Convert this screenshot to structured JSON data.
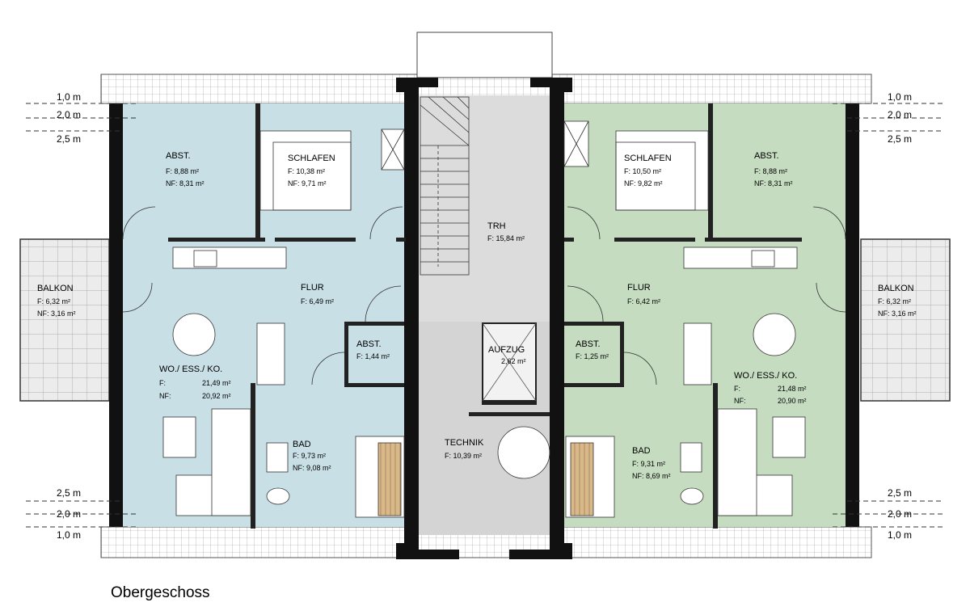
{
  "caption": "Obergeschoss",
  "height_marks": [
    "1,0 m",
    "2,0 m",
    "2,5 m"
  ],
  "rooms": {
    "left_abst_top": {
      "name": "ABST.",
      "f": "F:    8,88 m²",
      "nf": "NF: 8,31 m²"
    },
    "left_schlafen": {
      "name": "SCHLAFEN",
      "f": "F:    10,38 m²",
      "nf": "NF:   9,71 m²"
    },
    "trh": {
      "name": "TRH",
      "f": "F: 15,84 m²"
    },
    "right_schlafen": {
      "name": "SCHLAFEN",
      "f": "F:    10,50 m²",
      "nf": "NF:   9,82 m²"
    },
    "right_abst_top": {
      "name": "ABST.",
      "f": "F:    8,88 m²",
      "nf": "NF: 8,31 m²"
    },
    "left_balkon": {
      "name": "BALKON",
      "f": "F:   6,32 m²",
      "nf": "NF: 3,16 m²"
    },
    "right_balkon": {
      "name": "BALKON",
      "f": "F:   6,32 m²",
      "nf": "NF: 3,16 m²"
    },
    "left_flur": {
      "name": "FLUR",
      "f": "F: 6,49 m²"
    },
    "right_flur": {
      "name": "FLUR",
      "f": "F: 6,42 m²"
    },
    "left_abst_small": {
      "name": "ABST.",
      "f": "F: 1,44 m²"
    },
    "aufzug": {
      "name": "AUFZUG",
      "f": "2,62 m²"
    },
    "right_abst_small": {
      "name": "ABST.",
      "f": "F: 1,25 m²"
    },
    "left_wohnen": {
      "name": "WO./ ESS./ KO.",
      "f_label": "F:",
      "f_value": "21,49 m²",
      "nf_label": "NF:",
      "nf_value": "20,92 m²"
    },
    "right_wohnen": {
      "name": "WO./ ESS./ KO.",
      "f_label": "F:",
      "f_value": "21,48 m²",
      "nf_label": "NF:",
      "nf_value": "20,90 m²"
    },
    "technik": {
      "name": "TECHNIK",
      "f": "F: 10,39 m²"
    },
    "left_bad": {
      "name": "BAD",
      "f": "F:    9,73 m²",
      "nf": "NF: 9,08 m²"
    },
    "right_bad": {
      "name": "BAD",
      "f": "F:    9,31 m²",
      "nf": "NF: 8,69 m²"
    }
  },
  "colors": {
    "left_unit": "#c8dfe6",
    "right_unit": "#c5dcc0",
    "core": "#d9d9d9",
    "walls": "#111111",
    "lines": "#333333"
  }
}
